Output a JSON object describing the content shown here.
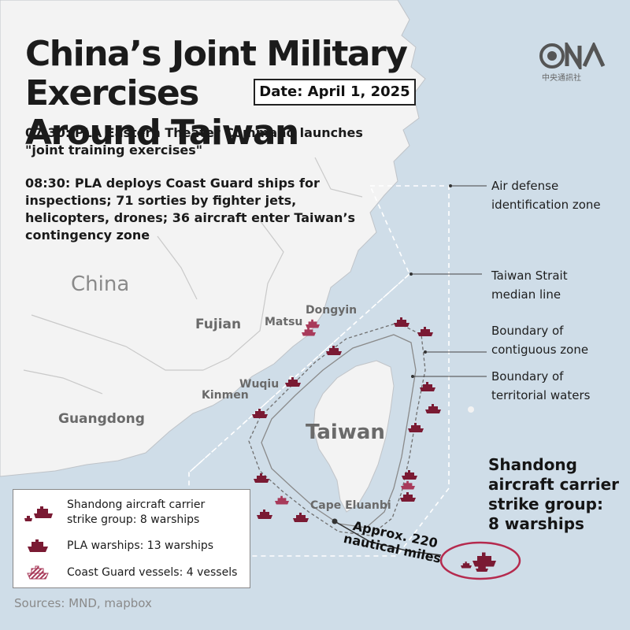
{
  "header": {
    "title_line1": "China’s Joint Military Exercises",
    "title_line2": "Around Taiwan",
    "date": "Date: April 1, 2025"
  },
  "logo": {
    "icon": "cna-logo-icon",
    "text": "中央通訊社"
  },
  "events": [
    {
      "text": "07:30: PLA Eastern Theater Command launches \"joint training exercises\""
    },
    {
      "text": "08:30: PLA deploys Coast Guard ships for inspections; 71 sorties by fighter jets, helicopters, drones; 36 aircraft enter Taiwan’s contingency zone"
    }
  ],
  "annotations": {
    "adiz_line1": "Air defense",
    "adiz_line2": "identification zone",
    "median_line1": "Taiwan Strait",
    "median_line2": "median line",
    "contig_line1": "Boundary of",
    "contig_line2": "contiguous zone",
    "terr_line1": "Boundary of",
    "terr_line2": "territorial waters"
  },
  "places": {
    "china": "China",
    "fujian": "Fujian",
    "guangdong": "Guangdong",
    "taiwan": "Taiwan",
    "dongyin": "Dongyin",
    "matsu": "Matsu",
    "wuqiu": "Wuqiu",
    "kinmen": "Kinmen",
    "cape": "Cape Eluanbi"
  },
  "carrier_group": {
    "line1": "Shandong",
    "line2": "aircraft carrier",
    "line3": "strike group:",
    "line4": "8 warships"
  },
  "distance": {
    "line1": "Approx. 220",
    "line2": "nautical miles"
  },
  "legend": [
    {
      "icon": "carrier-group-icon",
      "line1": "Shandong aircraft carrier",
      "line2": "strike group: 8 warships"
    },
    {
      "icon": "warship-icon",
      "line1": "PLA warships: 13 warships",
      "line2": ""
    },
    {
      "icon": "coast-guard-icon",
      "line1": "Coast Guard vessels: 4 vessels",
      "line2": ""
    }
  ],
  "source": "Sources:  MND, mapbox",
  "colors": {
    "sea": "#cfdde8",
    "land": "#f3f3f3",
    "warship": "#7a1a33",
    "coast_guard": "#a83a5a",
    "boundary_line": "#6f6f6f"
  }
}
